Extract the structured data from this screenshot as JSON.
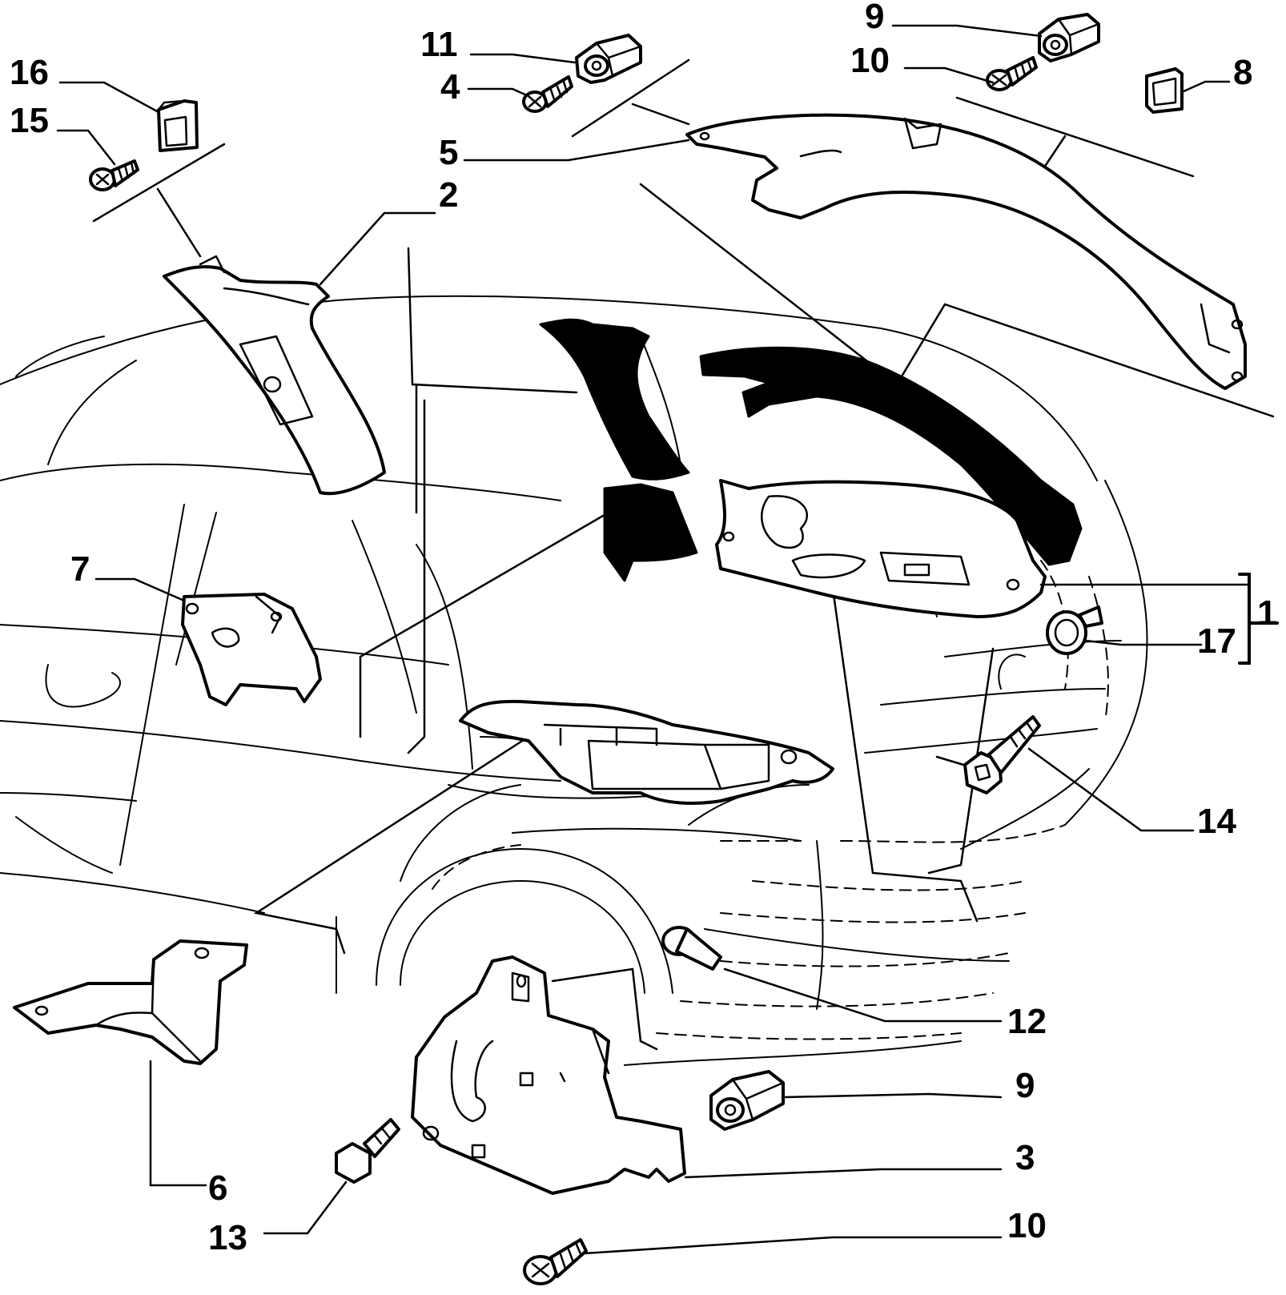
{
  "colors": {
    "ink": "#000000",
    "paper": "#ffffff"
  },
  "callouts": [
    {
      "id": "c16",
      "label": "16"
    },
    {
      "id": "c15",
      "label": "15"
    },
    {
      "id": "c11",
      "label": "11"
    },
    {
      "id": "c4",
      "label": "4"
    },
    {
      "id": "c5",
      "label": "5"
    },
    {
      "id": "c2",
      "label": "2"
    },
    {
      "id": "c9a",
      "label": "9"
    },
    {
      "id": "c10a",
      "label": "10"
    },
    {
      "id": "c8",
      "label": "8"
    },
    {
      "id": "c1",
      "label": "1"
    },
    {
      "id": "c17",
      "label": "17"
    },
    {
      "id": "c7",
      "label": "7"
    },
    {
      "id": "c14",
      "label": "14"
    },
    {
      "id": "c12",
      "label": "12"
    },
    {
      "id": "c9b",
      "label": "9"
    },
    {
      "id": "c3",
      "label": "3"
    },
    {
      "id": "c6",
      "label": "6"
    },
    {
      "id": "c13",
      "label": "13"
    },
    {
      "id": "c10b",
      "label": "10"
    }
  ]
}
